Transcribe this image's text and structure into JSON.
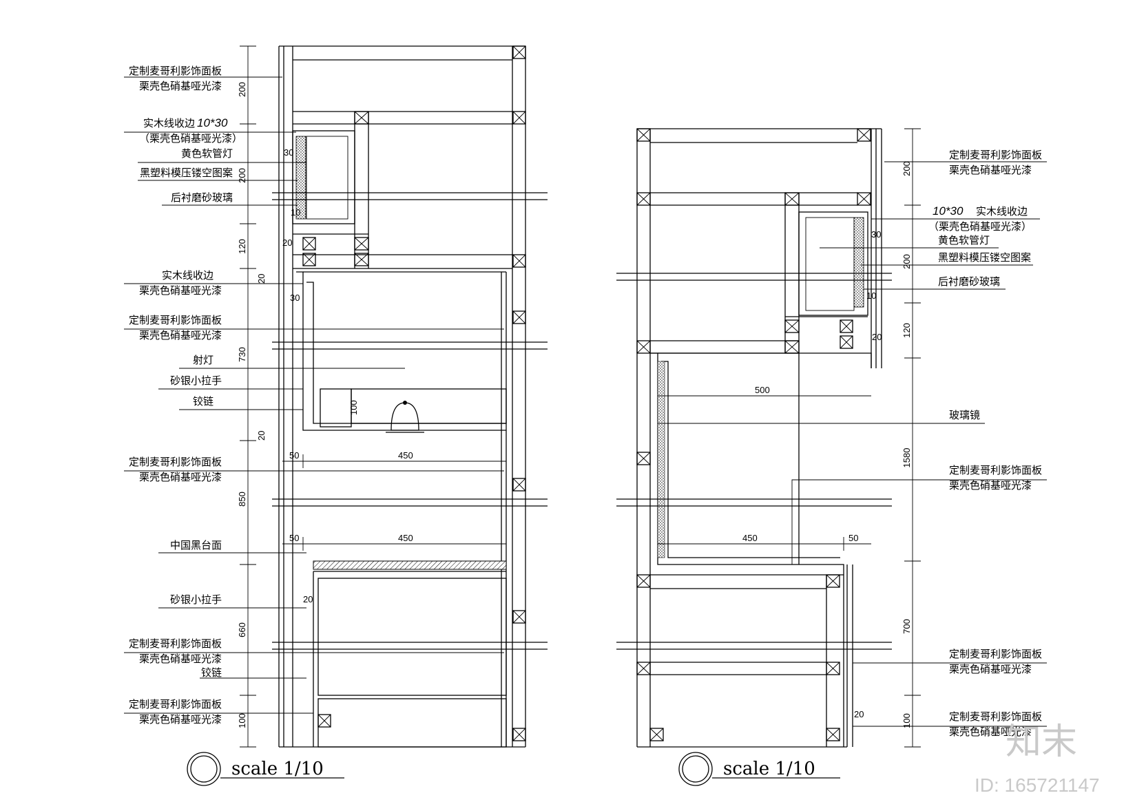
{
  "left_section": {
    "labels": [
      {
        "l1": "定制麦哥利影饰面板",
        "l2": "栗壳色硝基哑光漆"
      },
      {
        "l1": "实木线收边",
        "num": "10*30",
        "l2": "（栗壳色硝基哑光漆）"
      },
      {
        "l1": "黄色软管灯"
      },
      {
        "l1": "黑塑料模压镂空图案"
      },
      {
        "l1": "后衬磨砂玻璃"
      },
      {
        "l1": "实木线收边",
        "l2": "栗壳色硝基哑光漆"
      },
      {
        "l1": "定制麦哥利影饰面板",
        "l2": "栗壳色硝基哑光漆"
      },
      {
        "l1": "射灯"
      },
      {
        "l1": "砂银小拉手"
      },
      {
        "l1": "铰链"
      },
      {
        "l1": "定制麦哥利影饰面板",
        "l2": "栗壳色硝基哑光漆"
      },
      {
        "l1": "中国黑台面"
      },
      {
        "l1": "砂银小拉手"
      },
      {
        "l1": "定制麦哥利影饰面板",
        "l2": "栗壳色硝基哑光漆",
        "l3": "铰链"
      },
      {
        "l1": "定制麦哥利影饰面板",
        "l2": "栗壳色硝基哑光漆"
      }
    ],
    "vertical_dims": [
      "200",
      "200",
      "120",
      "730",
      "850",
      "660",
      "100"
    ],
    "small_dims": [
      "30",
      "10",
      "20",
      "20",
      "30",
      "20",
      "100",
      "20"
    ],
    "horizontal_dims": [
      "50",
      "450",
      "50",
      "450"
    ],
    "scale": "scale 1/10"
  },
  "right_section": {
    "labels": [
      {
        "l1": "定制麦哥利影饰面板",
        "l2": "栗壳色硝基哑光漆"
      },
      {
        "num": "10*30",
        "l1": "实木线收边",
        "l2": "（栗壳色硝基哑光漆）"
      },
      {
        "l1": "黄色软管灯"
      },
      {
        "l1": "黑塑料模压镂空图案"
      },
      {
        "l1": "后衬磨砂玻璃"
      },
      {
        "l1": "玻璃镜"
      },
      {
        "l1": "定制麦哥利影饰面板",
        "l2": "栗壳色硝基哑光漆"
      },
      {
        "l1": "定制麦哥利影饰面板",
        "l2": "栗壳色硝基哑光漆"
      },
      {
        "l1": "定制麦哥利影饰面板",
        "l2": "栗壳色硝基哑光漆"
      }
    ],
    "vertical_dims": [
      "200",
      "200",
      "120",
      "1580",
      "700",
      "100"
    ],
    "small_dims": [
      "30",
      "10",
      "20",
      "20"
    ],
    "horizontal_dims": [
      "500",
      "450",
      "50"
    ],
    "scale": "scale 1/10"
  },
  "watermark": {
    "brand": "知末",
    "id": "ID: 165721147"
  }
}
